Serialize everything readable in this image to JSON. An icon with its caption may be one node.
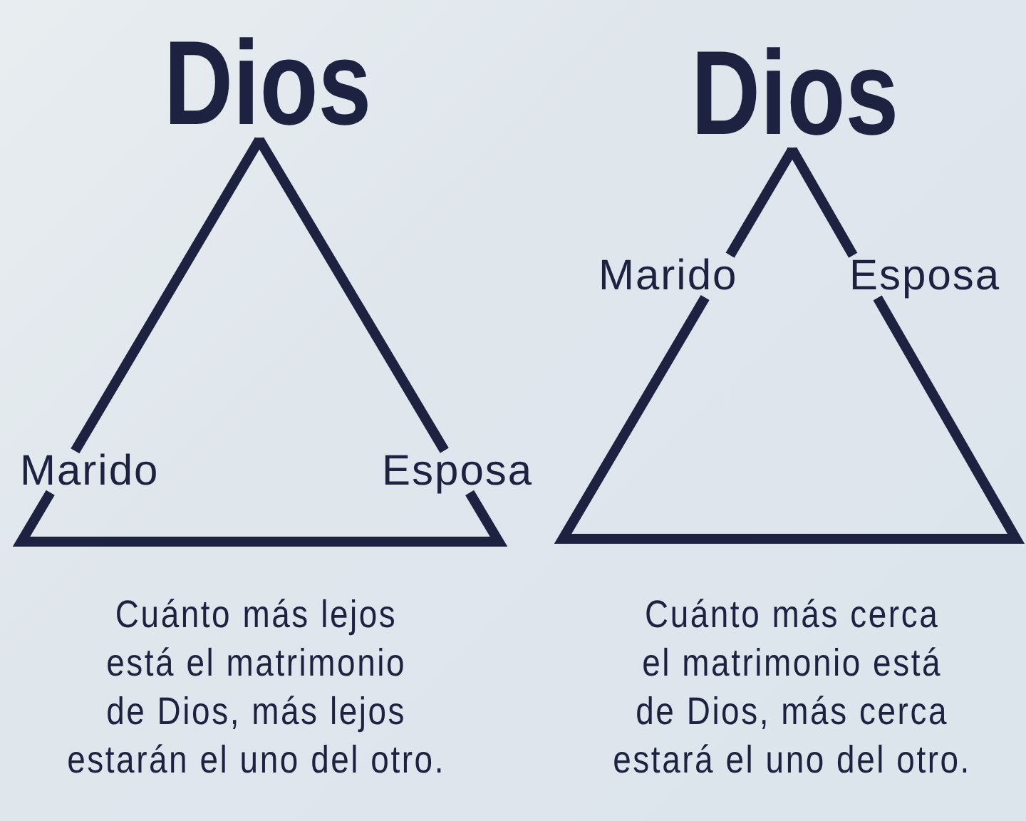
{
  "diagram": {
    "nodes": [
      {
        "text": [
          "Dios"
        ]
      },
      {
        "text": [
          "Marido"
        ]
      },
      {
        "text": [
          "Esposa"
        ]
      },
      {
        "text": [
          "Dios"
        ]
      },
      {
        "text": [
          "Marido"
        ]
      },
      {
        "text": [
          "Esposa"
        ]
      }
    ],
    "edges": [
      {
        "from": 0,
        "to": 1,
        "arrow": "none"
      },
      {
        "from": 0,
        "to": 2,
        "arrow": "none"
      },
      {
        "from": 1,
        "to": 2,
        "arrow": "none"
      },
      {
        "from": 3,
        "to": 4,
        "arrow": "none"
      },
      {
        "from": 3,
        "to": 5,
        "arrow": "none"
      },
      {
        "from": 4,
        "to": 5,
        "arrow": "none"
      }
    ],
    "labels": [
      "Cuánto más lejos está el matrimonio de Dios, más lejos estarán el uno del otro.",
      "Cuánto más cerca el matrimonio está de Dios, más cerca estará el uno del otro."
    ]
  }
}
